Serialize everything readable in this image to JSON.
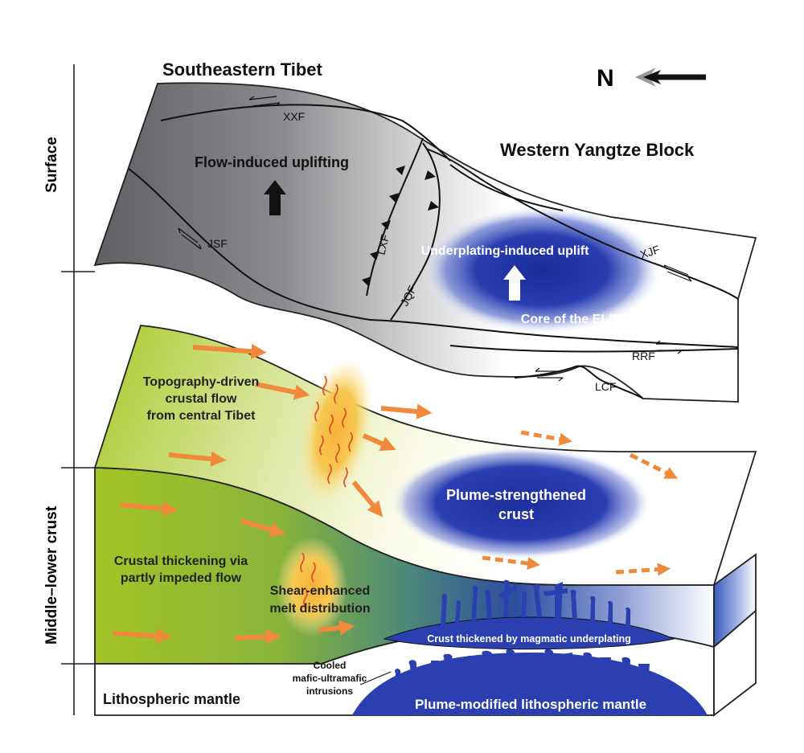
{
  "axis": {
    "surface": "Surface",
    "middle_lower_crust": "Middle–lower crust"
  },
  "north": {
    "label": "N"
  },
  "regions": {
    "se_tibet": "Southeastern Tibet",
    "western_yangtze": "Western Yangtze Block"
  },
  "faults": {
    "xxf": "XXF",
    "jsf": "JSF",
    "lxf": "LXF",
    "jqf": "JQF",
    "xjf": "XJF",
    "rrf": "RRF",
    "lcf": "LCF"
  },
  "surface_labels": {
    "flow_uplift": "Flow-induced uplifting",
    "underplating_uplift": "Underplating-induced uplift",
    "core_elip": "Core of the ELIP"
  },
  "crust_labels": {
    "topo_flow_1": "Topography-driven",
    "topo_flow_2": "crustal flow",
    "topo_flow_3": "from central Tibet",
    "plume_crust_1": "Plume-strengthened",
    "plume_crust_2": "crust",
    "thickening_1": "Crustal thickening via",
    "thickening_2": "partly impeded flow",
    "shear_1": "Shear-enhanced",
    "shear_2": "melt distribution",
    "magmatic_underplating": "Crust thickened by magmatic underplating"
  },
  "mantle_labels": {
    "lithospheric_mantle": "Lithospheric mantle",
    "cooled_1": "Cooled",
    "cooled_2": "mafic-ultramafic",
    "cooled_3": "intrusions",
    "plume_mantle": "Plume-modified lithospheric mantle"
  },
  "colors": {
    "blue_core": "#1a2e9c",
    "orange_arrow": "#f08a3a",
    "green": "#9ec41e",
    "gray_surface": "#6e6e72"
  }
}
